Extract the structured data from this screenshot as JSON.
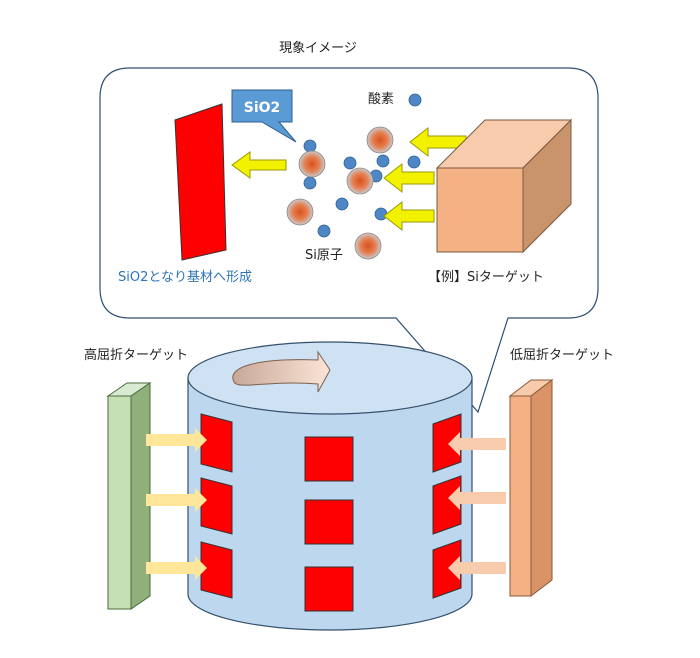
{
  "title": "現象イメージ",
  "labels": {
    "sio2_callout": "SiO2",
    "oxygen": "酸素",
    "si_atom": "Si原子",
    "deposit_caption": "SiO2となり基材へ形成",
    "target_example": "【例】Siターゲット",
    "high_index_target": "高屈折ターゲット",
    "low_index_target": "低屈折ターゲット"
  },
  "colors": {
    "substrate_red": "#ff0000",
    "oxygen_blue": "#4f86c6",
    "si_orange": "#e0622a",
    "target_orange": "#f4b183",
    "yellow_arrow": "#f2f200",
    "drum_blue": "#bdd7ee",
    "high_target_green": "#c5e0b4",
    "callout_blue": "#5b9bd5",
    "caption_blue": "#2e75b6"
  }
}
